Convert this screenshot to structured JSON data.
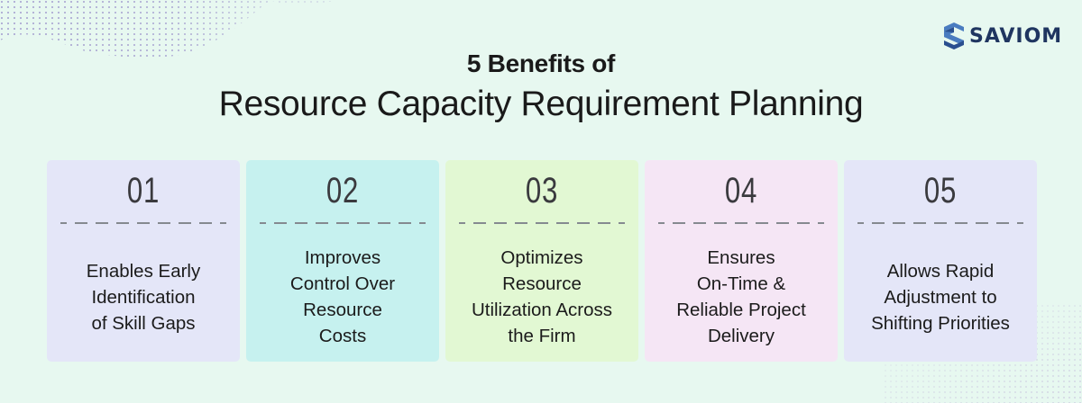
{
  "brand": {
    "name": "SAVIOM",
    "logo_icon": "saviom-s-logo-icon",
    "logo_color": "#1f3560",
    "logo_light": "#4a7cc0"
  },
  "title": {
    "line1": "5 Benefits of",
    "line2": "Resource Capacity Requirement Planning"
  },
  "background_color": "#e7f8f0",
  "cards": [
    {
      "number": "01",
      "text": "Enables Early\nIdentification\nof Skill Gaps",
      "color": "#e4e6f8"
    },
    {
      "number": "02",
      "text": "Improves\nControl Over\nResource\nCosts",
      "color": "#c6f1ef"
    },
    {
      "number": "03",
      "text": "Optimizes\nResource\nUtilization Across\nthe Firm",
      "color": "#e2f8d3"
    },
    {
      "number": "04",
      "text": "Ensures\nOn-Time &\nReliable Project\nDelivery",
      "color": "#f5e6f5"
    },
    {
      "number": "05",
      "text": "Allows Rapid\nAdjustment to\nShifting Priorities",
      "color": "#e4e6f8"
    }
  ]
}
